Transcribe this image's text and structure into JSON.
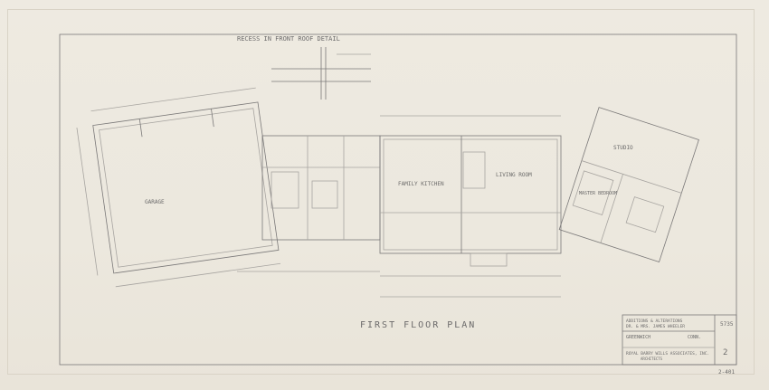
{
  "drawing": {
    "sheet_title": "FIRST FLOOR PLAN",
    "detail_title": "RECESS IN FRONT ROOF DETAIL",
    "rooms": {
      "garage": "GARAGE",
      "family_kitchen": "FAMILY KITCHEN",
      "living_room": "LIVING ROOM",
      "studio": "STUDIO",
      "master_bedroom": "MASTER BEDROOM"
    },
    "title_block": {
      "line1": "ADDITIONS & ALTERATIONS",
      "line2": "DR. & MRS. JAMES WHEELER",
      "line3": "GREENWICH",
      "line4": "CONN.",
      "firm": "ROYAL BARRY WILLS ASSOCIATES, INC.",
      "firm_sub": "ARCHITECTS",
      "sheet_no": "2",
      "job_no": "5735"
    },
    "corner_mark": "2-401"
  },
  "colors": {
    "line": "#7a7878",
    "faint": "#a7a4a0"
  }
}
